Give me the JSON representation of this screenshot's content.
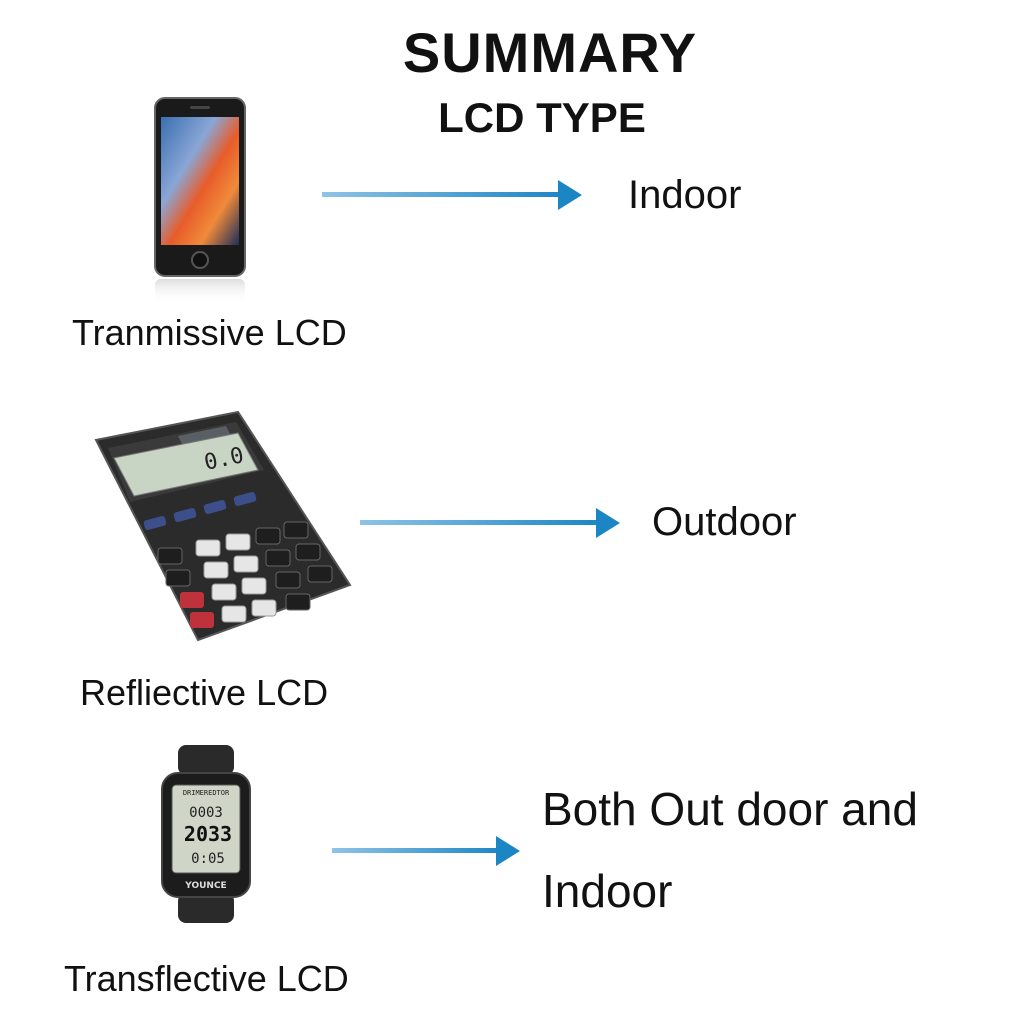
{
  "title": "SUMMARY",
  "subtitle": "LCD TYPE",
  "arrow_color": "#1c86c4",
  "rows": [
    {
      "device_icon": "smartphone-icon",
      "type_label": "Tranmissive LCD",
      "usage": "Indoor"
    },
    {
      "device_icon": "calculator-icon",
      "type_label": "Refliective LCD",
      "usage": "Outdoor"
    },
    {
      "device_icon": "smartwatch-icon",
      "type_label": "Transflective LCD",
      "usage_line1": "Both Out door and",
      "usage_line2": "Indoor"
    }
  ],
  "calculator": {
    "display": "0.0"
  },
  "watch": {
    "brand": "YOUNCE",
    "top_text": "DRIMEREDTOR",
    "readout1": "0003",
    "readout2": "2033",
    "readout3": "0:05"
  }
}
